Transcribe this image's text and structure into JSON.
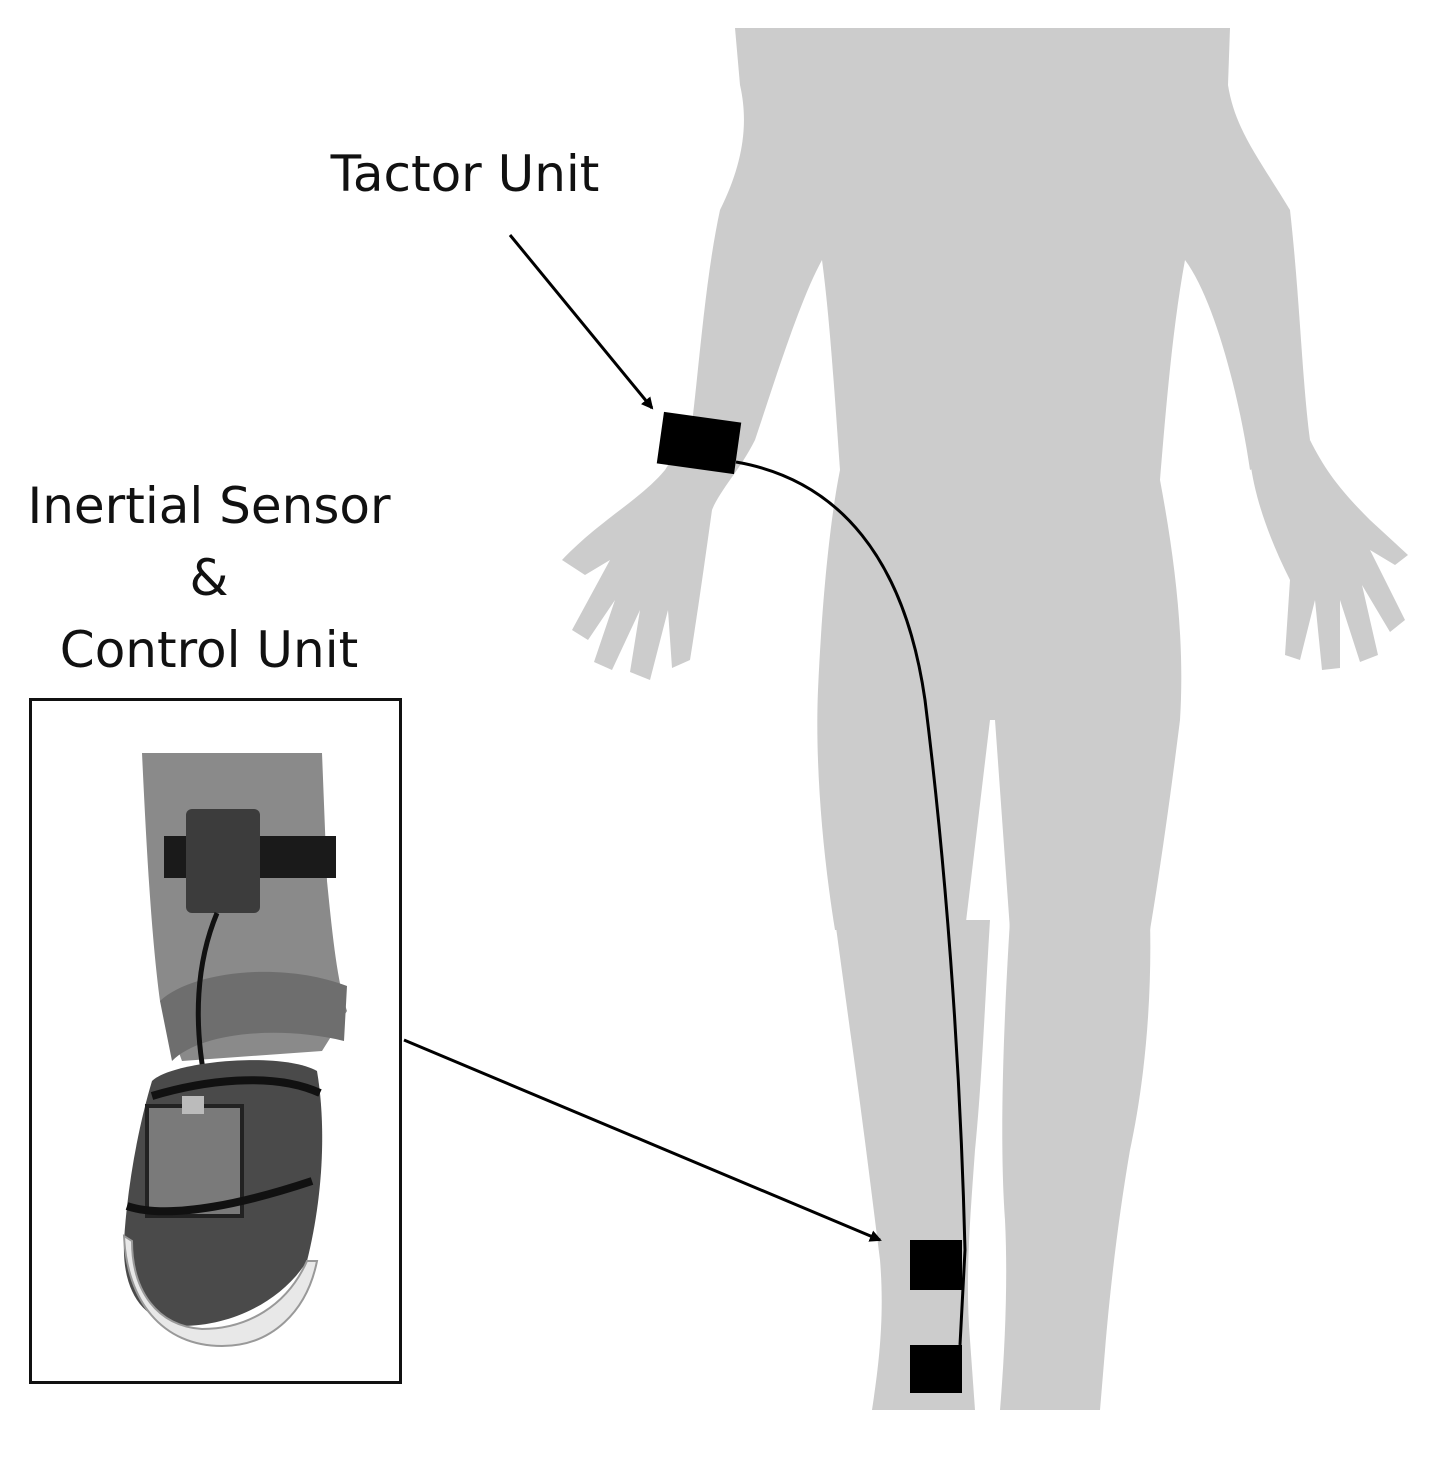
{
  "labels": {
    "tactor_unit": "Tactor Unit",
    "sensor_line1": "Inertial Sensor",
    "sensor_line2": "&",
    "sensor_line3": "Control Unit"
  },
  "colors": {
    "body_silhouette": "#cccccc",
    "device": "#000000",
    "arrow": "#000000",
    "inset_border": "#111111"
  },
  "icons": {
    "figure": "human-body-silhouette",
    "inset": "foot-with-sensor-photo"
  }
}
